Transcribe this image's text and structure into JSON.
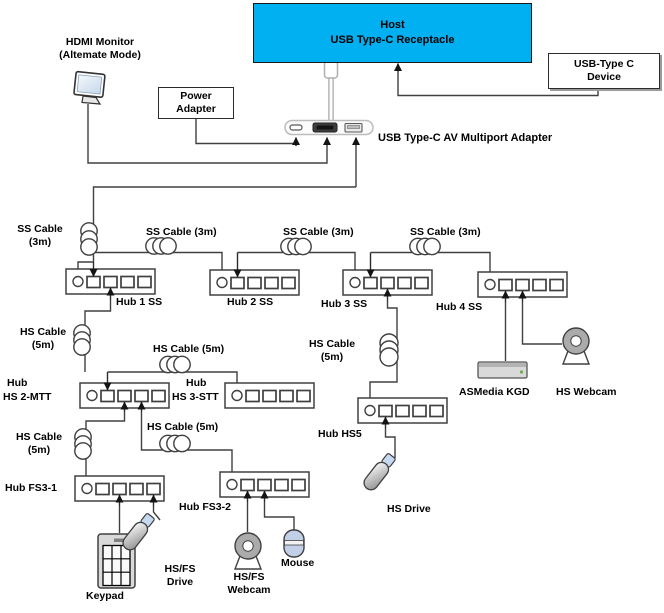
{
  "diagram": {
    "host": {
      "line1": "Host",
      "line2": "USB Type-C Receptacle"
    },
    "usb_type_c_device": {
      "line1": "USB-Type C",
      "line2": "Device"
    },
    "power_adapter": {
      "line1": "Power",
      "line2": "Adapter"
    },
    "hdmi_monitor": {
      "line1": "HDMI Monitor",
      "line2": "(Altemate Mode)"
    },
    "adapter_label": "USB Type-C AV Multiport Adapter",
    "cables": {
      "ss1": {
        "line1": "SS Cable",
        "line2": "(3m)"
      },
      "ss2": "SS Cable (3m)",
      "ss3": "SS Cable (3m)",
      "ss4": "SS Cable (3m)",
      "hs_hub1": {
        "line1": "HS Cable",
        "line2": "(5m)"
      },
      "hs_mid": "HS Cable (5m)",
      "hs_hub3": {
        "line1": "HS Cable",
        "line2": "(5m)"
      },
      "hs_fs31": {
        "line1": "HS Cable",
        "line2": "(5m)"
      },
      "hs_fs32": "HS Cable (5m)"
    },
    "hubs": {
      "hub1": "Hub 1 SS",
      "hub2": "Hub 2 SS",
      "hub3": "Hub 3 SS",
      "hub4": "Hub 4 SS",
      "hs2mtt": {
        "line1": "Hub",
        "line2": "HS 2-MTT"
      },
      "hs3stt": {
        "line1": "Hub",
        "line2": "HS 3-STT"
      },
      "fs31": "Hub FS3-1",
      "fs32": "Hub FS3-2",
      "hs5": "Hub HS5"
    },
    "devices": {
      "asmedia": "ASMedia KGD",
      "hs_webcam": "HS Webcam",
      "hs_drive": "HS Drive",
      "keypad": "Keypad",
      "hsfs_drive": {
        "line1": "HS/FS",
        "line2": "Drive"
      },
      "hsfs_webcam": {
        "line1": "HS/FS",
        "line2": "Webcam"
      },
      "mouse": "Mouse"
    },
    "colors": {
      "host_fill": "#00B0F0",
      "line": "#404040"
    }
  }
}
